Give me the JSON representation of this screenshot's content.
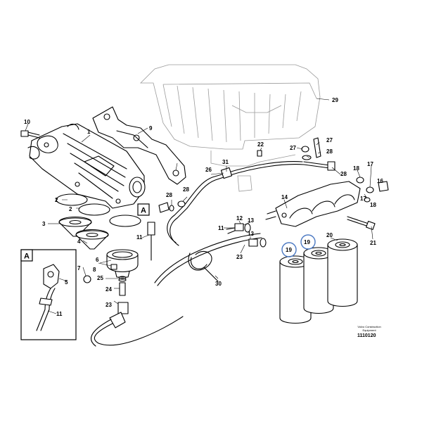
{
  "diagram": {
    "callouts": [
      {
        "id": "c1",
        "label": "1"
      },
      {
        "id": "c2a",
        "label": "2"
      },
      {
        "id": "c2b",
        "label": "2"
      },
      {
        "id": "c3",
        "label": "3"
      },
      {
        "id": "c4",
        "label": "4"
      },
      {
        "id": "c5",
        "label": "5"
      },
      {
        "id": "c6",
        "label": "6"
      },
      {
        "id": "c7",
        "label": "7"
      },
      {
        "id": "c8",
        "label": "8"
      },
      {
        "id": "c9",
        "label": "9"
      },
      {
        "id": "c10",
        "label": "10"
      },
      {
        "id": "c11a",
        "label": "11"
      },
      {
        "id": "c11b",
        "label": "11"
      },
      {
        "id": "c11c",
        "label": "11"
      },
      {
        "id": "c12",
        "label": "12"
      },
      {
        "id": "c13a",
        "label": "13"
      },
      {
        "id": "c13b",
        "label": "13"
      },
      {
        "id": "c14",
        "label": "14"
      },
      {
        "id": "c16",
        "label": "16"
      },
      {
        "id": "c17a",
        "label": "17"
      },
      {
        "id": "c17b",
        "label": "17"
      },
      {
        "id": "c18a",
        "label": "18"
      },
      {
        "id": "c18b",
        "label": "18"
      },
      {
        "id": "c19a",
        "label": "19"
      },
      {
        "id": "c19b",
        "label": "19"
      },
      {
        "id": "c20",
        "label": "20"
      },
      {
        "id": "c21",
        "label": "21"
      },
      {
        "id": "c22",
        "label": "22"
      },
      {
        "id": "c23a",
        "label": "23"
      },
      {
        "id": "c23b",
        "label": "23"
      },
      {
        "id": "c24",
        "label": "24"
      },
      {
        "id": "c25",
        "label": "25"
      },
      {
        "id": "c26",
        "label": "26"
      },
      {
        "id": "c27a",
        "label": "27"
      },
      {
        "id": "c27b",
        "label": "27"
      },
      {
        "id": "c28a",
        "label": "28"
      },
      {
        "id": "c28b",
        "label": "28"
      },
      {
        "id": "c28c",
        "label": "28"
      },
      {
        "id": "c28d",
        "label": "28"
      },
      {
        "id": "c29",
        "label": "29"
      },
      {
        "id": "c30",
        "label": "30"
      },
      {
        "id": "c31",
        "label": "31"
      }
    ],
    "detail_marker": "A",
    "detail_inset_label": "A",
    "brand_line1": "Volvo Construction",
    "brand_line2": "Equipment",
    "drawing_number": "1110120",
    "highlight_color": "#4a78c2"
  }
}
